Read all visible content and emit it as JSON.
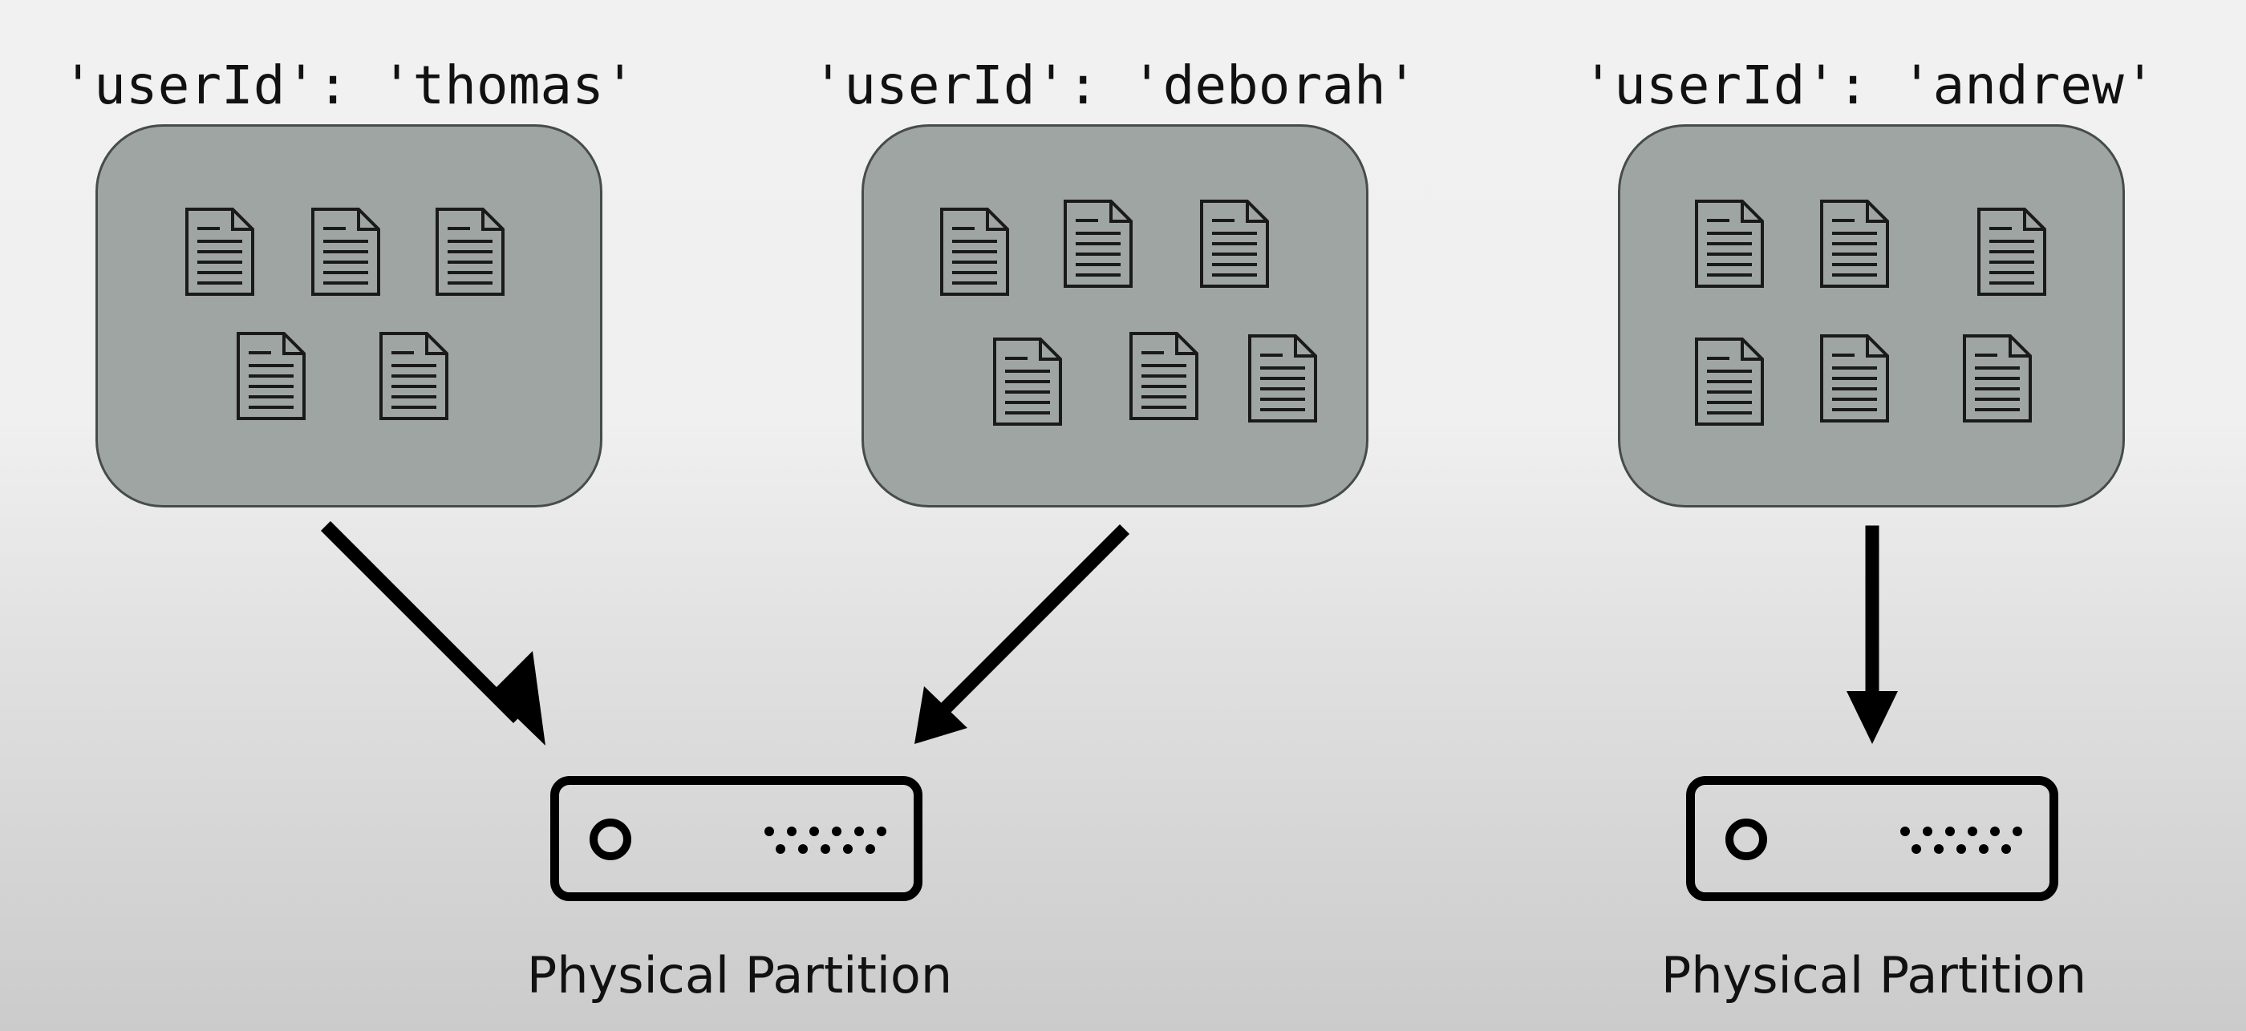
{
  "logical_partitions": [
    {
      "key_label": "'userId': 'thomas'",
      "document_count": 5
    },
    {
      "key_label": "'userId': 'deborah'",
      "document_count": 6
    },
    {
      "key_label": "'userId': 'andrew'",
      "document_count": 6
    }
  ],
  "physical_partitions": [
    {
      "label": "Physical Partition"
    },
    {
      "label": "Physical Partition"
    }
  ],
  "icons": {
    "document": "document-icon",
    "server": "server-icon",
    "arrow": "arrow-icon"
  },
  "colors": {
    "background_top": "#f1f1f1",
    "background_bottom": "#cbcbcb",
    "logical_partition_fill": "#9fa5a2",
    "logical_partition_border": "#454c49",
    "ink": "#000000"
  }
}
